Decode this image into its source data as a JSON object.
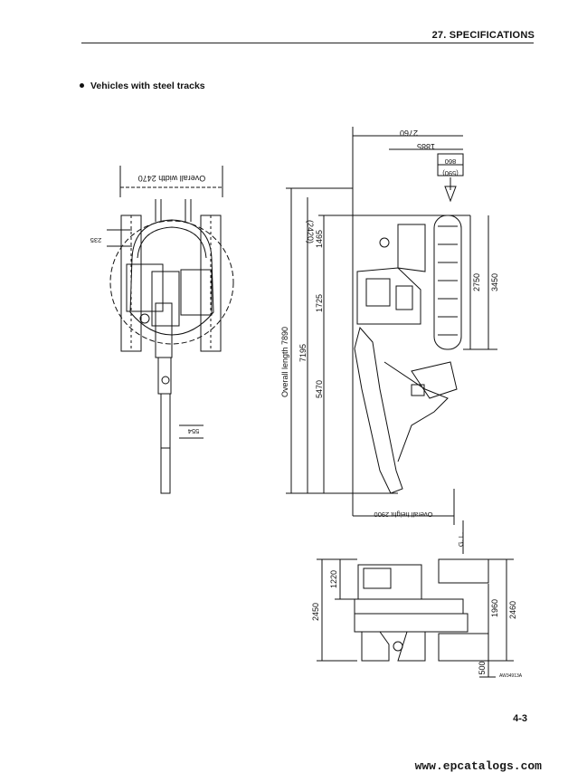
{
  "header": {
    "title": "27. SPECIFICATIONS"
  },
  "section": {
    "bullet_text": "Vehicles with steel tracks"
  },
  "drawing": {
    "overall_width": "Overall width 2470",
    "dim_235": "235",
    "dim_554": "554",
    "overall_length": "Overall length 7890",
    "dim_7195": "7195",
    "dim_5470": "5470",
    "dim_1725": "1725",
    "dim_1465": "1465",
    "dim_2420": "(2420)",
    "dim_2760": "2760",
    "dim_1885": "1885",
    "dim_860": "860",
    "dim_590": "(590)",
    "dim_2750": "2750",
    "dim_3450": "3450",
    "overall_height": "Overall height 2900",
    "ground_line": "G. L.",
    "dim_1220": "1220",
    "dim_2450": "2450",
    "dim_1960": "1960",
    "dim_2460": "2460",
    "dim_500": "500",
    "figure_code": "AW34913A"
  },
  "footer": {
    "page_number": "4-3",
    "watermark": "www.epcatalogs.com"
  }
}
